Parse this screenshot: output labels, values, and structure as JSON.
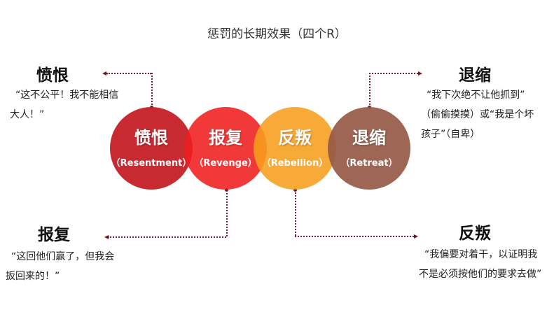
{
  "title": "惩罚的长期效果（四个R）",
  "circles": [
    {
      "cn": "愤恨",
      "en": "（Resentment）",
      "color": "#c42026"
    },
    {
      "cn": "报复",
      "en": "（Revenge）",
      "color": "#f01e1e"
    },
    {
      "cn": "反叛",
      "en": "（Rebellion）",
      "color": "#f79e1e"
    },
    {
      "cn": "退缩",
      "en": "（Retreat）",
      "color": "#965a46"
    }
  ],
  "callouts": {
    "resentment": {
      "heading": "愤恨",
      "line1": "“这不公平！我不能相信",
      "line2": "大人！”"
    },
    "retreat": {
      "heading": "退缩",
      "line1": "“我下次绝不让他抓到”",
      "line2": "（偷偷摸摸）或“我是个坏",
      "line3": "孩子”（自卑）"
    },
    "revenge": {
      "heading": "报复",
      "line1": "“这回他们赢了，但我会",
      "line2": "扳回来的！”"
    },
    "rebellion": {
      "heading": "反叛",
      "line1": "“我偏要对着干，以证明我",
      "line2": "不是必须按他们的要求去做”"
    }
  }
}
